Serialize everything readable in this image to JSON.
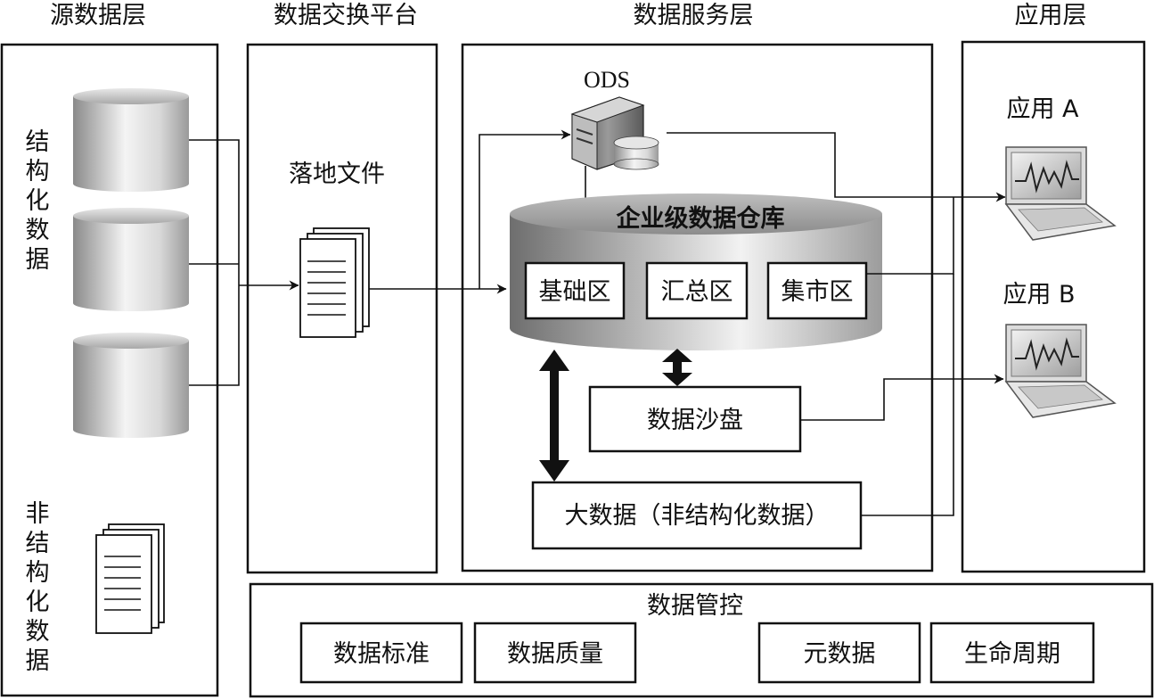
{
  "columns": {
    "source": "源数据层",
    "exchange": "数据交换平台",
    "service": "数据服务层",
    "application": "应用层"
  },
  "source_layer": {
    "structured_label": "结构化数据",
    "unstructured_label": "非结构化数据"
  },
  "exchange_platform": {
    "landing_file": "落地文件"
  },
  "service_layer": {
    "ods": "ODS",
    "warehouse_title": "企业级数据仓库",
    "zones": [
      "基础区",
      "汇总区",
      "集市区"
    ],
    "sandbox": "数据沙盘",
    "big_data": "大数据（非结构化数据）"
  },
  "application_layer": {
    "app_a": "应用 A",
    "app_b": "应用 B"
  },
  "governance": {
    "title": "数据管控",
    "items": [
      "数据标准",
      "数据质量",
      "元数据",
      "生命周期"
    ]
  }
}
